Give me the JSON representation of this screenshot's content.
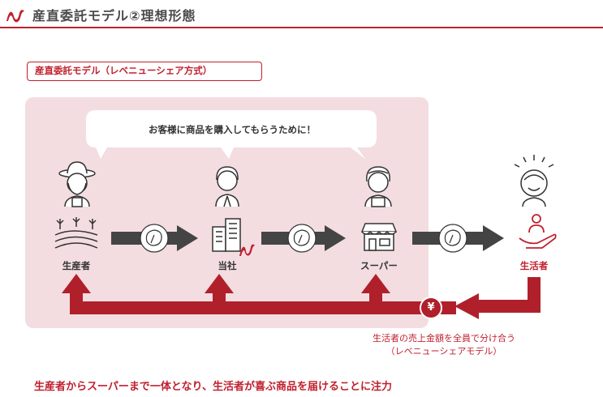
{
  "header": {
    "title": "産直委託モデル②理想形態",
    "brand_color": "#c0202e"
  },
  "model_tag": "産直委託モデル（レベニューシェア方式）",
  "speech_bubble": "お客様に商品を購入してもらうために！",
  "actors": [
    {
      "label": "生産者",
      "icon": "farmer-icon"
    },
    {
      "label": "当社",
      "icon": "company-building-icon"
    },
    {
      "label": "スーパー",
      "icon": "supermarket-icon"
    },
    {
      "label": "生活者",
      "icon": "consumer-icon"
    }
  ],
  "money_symbol": "¥",
  "revenue_note": {
    "line1": "生活者の売上金額を全員で分け合う",
    "line2": "（レベニューシェアモデル）"
  },
  "bottom_message": "生産者からスーパーまで一体となり、生活者が喜ぶ商品を届けることに注力",
  "colors": {
    "accent": "#c0202e",
    "panel": "#f3dde1",
    "arrow_gray": "#444444"
  }
}
